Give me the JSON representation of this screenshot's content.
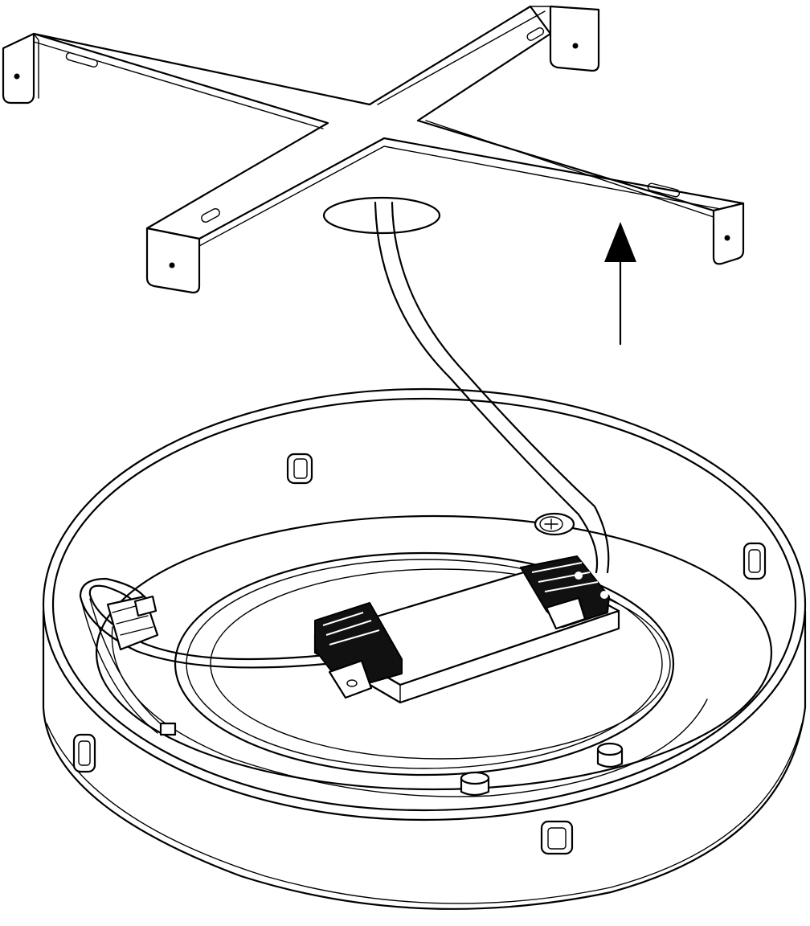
{
  "figure": {
    "kind": "assembly-illustration",
    "color": "#000000",
    "background": "#ffffff",
    "parts": [
      {
        "name": "mounting-bracket",
        "icon": "cross-bracket-icon"
      },
      {
        "name": "ceiling-light-base",
        "icon": "round-housing-icon"
      },
      {
        "name": "led-driver",
        "icon": "driver-box-icon"
      },
      {
        "name": "power-cable",
        "icon": "cable-icon"
      },
      {
        "name": "direction-arrow",
        "icon": "arrow-up-icon"
      }
    ]
  }
}
